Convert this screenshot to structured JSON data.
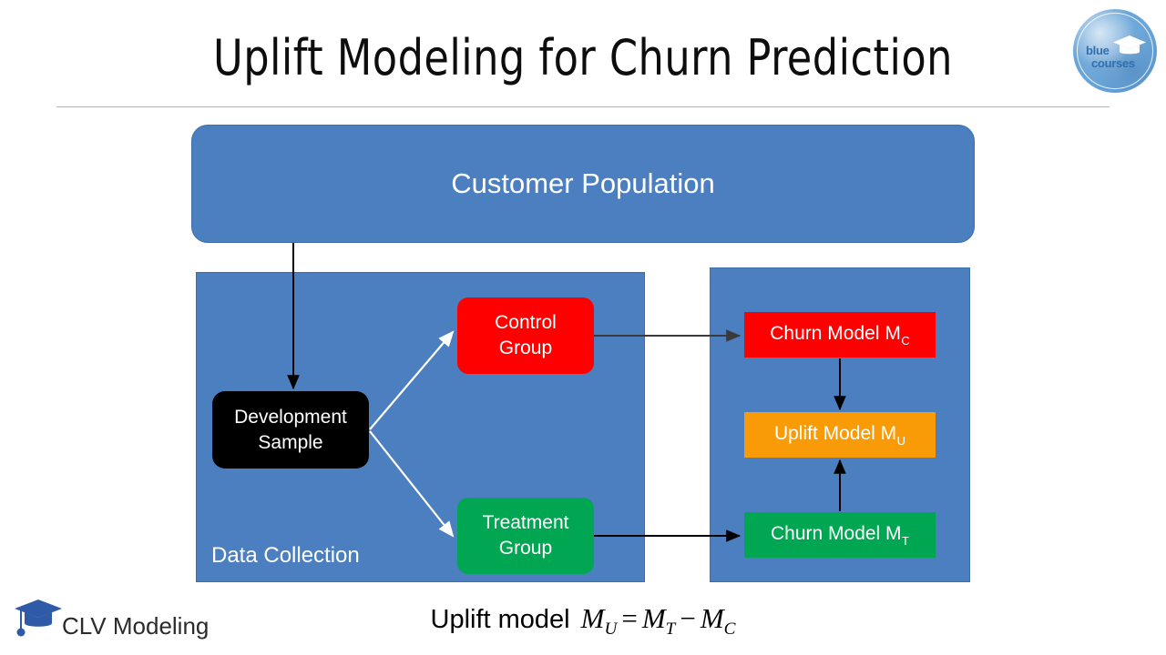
{
  "slide": {
    "title": "Uplift Modeling for Churn Prediction"
  },
  "brand_logo": {
    "name": "blueCourses",
    "word_primary": "blue",
    "word_secondary": "courses",
    "icon": "graduation-cap-icon"
  },
  "footer_logo": {
    "label": "CLV Modeling",
    "icon": "graduation-cap-icon"
  },
  "diagram": {
    "customer_population": {
      "label": "Customer Population",
      "color": "#4B7FC0"
    },
    "data_collection_panel": {
      "label": "Data Collection",
      "color": "#4B7FC0"
    },
    "models_panel": {
      "color": "#4B7FC0"
    },
    "nodes": {
      "development_sample": {
        "line1": "Development",
        "line2": "Sample",
        "color": "#000000"
      },
      "control_group": {
        "line1": "Control",
        "line2": "Group",
        "color": "#FE0000"
      },
      "treatment_group": {
        "line1": "Treatment",
        "line2": "Group",
        "color": "#00A651"
      },
      "churn_model_c": {
        "label": "Churn Model M",
        "subscript": "C",
        "color": "#FE0000"
      },
      "uplift_model_u": {
        "label": "Uplift Model M",
        "subscript": "U",
        "color": "#F99B06"
      },
      "churn_model_t": {
        "label": "Churn Model M",
        "subscript": "T",
        "color": "#00A651"
      }
    },
    "edges": [
      {
        "name": "population-to-development-sample",
        "from": "Customer Population",
        "to": "Development Sample",
        "color": "#000000"
      },
      {
        "name": "development-sample-to-control-group",
        "from": "Development Sample",
        "to": "Control Group",
        "color": "#FFFFFF"
      },
      {
        "name": "development-sample-to-treatment-group",
        "from": "Development Sample",
        "to": "Treatment Group",
        "color": "#FFFFFF"
      },
      {
        "name": "control-group-to-churn-model-c",
        "from": "Control Group",
        "to": "Churn Model MC",
        "color": "#404040"
      },
      {
        "name": "treatment-group-to-churn-model-t",
        "from": "Treatment Group",
        "to": "Churn Model MT",
        "color": "#000000"
      },
      {
        "name": "churn-model-c-to-uplift-model",
        "from": "Churn Model MC",
        "to": "Uplift Model MU",
        "color": "#000000"
      },
      {
        "name": "churn-model-t-to-uplift-model",
        "from": "Churn Model MT",
        "to": "Uplift Model MU",
        "color": "#000000"
      }
    ]
  },
  "formula": {
    "prefix": "Uplift model",
    "lhs": "M",
    "lhs_sub": "U",
    "equals": "=",
    "term1": "M",
    "term1_sub": "T",
    "minus": "−",
    "term2": "M",
    "term2_sub": "C"
  }
}
